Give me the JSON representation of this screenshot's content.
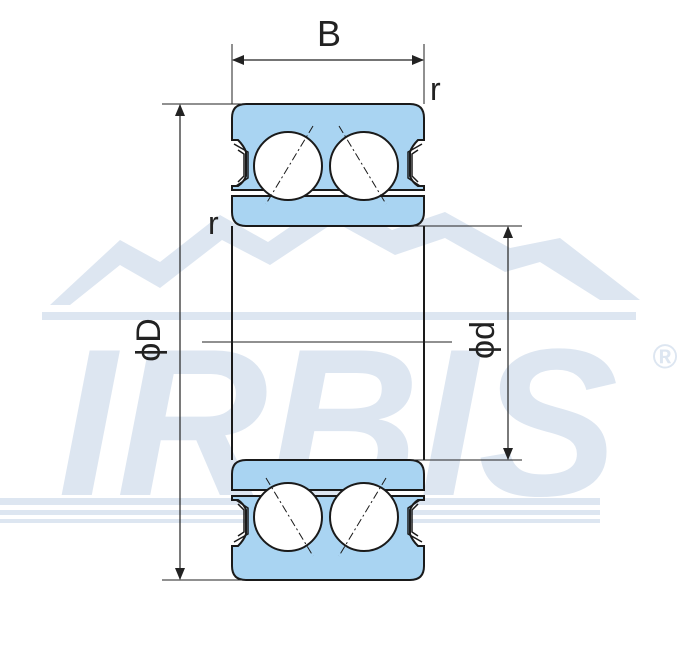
{
  "labels": {
    "width": "B",
    "radius_top": "r",
    "radius_left": "r",
    "outer_diameter": "ϕD",
    "inner_diameter": "ϕd"
  },
  "watermark": {
    "brand": "IRBIS",
    "registered": "®"
  },
  "colors": {
    "ring_fill": "#a9d4f2",
    "ring_stroke": "#1a1a1a",
    "watermark": "#dde6f1",
    "line": "#222222"
  }
}
